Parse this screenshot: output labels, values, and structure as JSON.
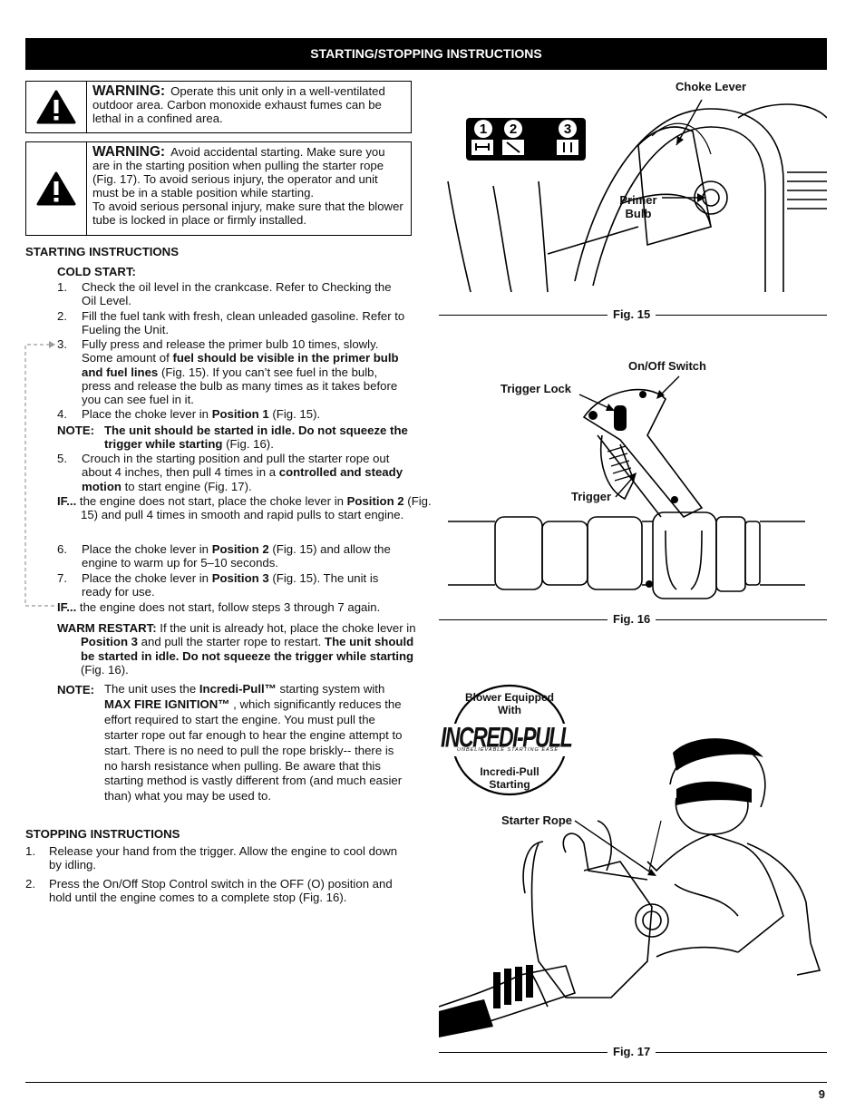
{
  "header": {
    "title": "STARTING/STOPPING INSTRUCTIONS"
  },
  "warnings": [
    {
      "title": "WARNING:",
      "text": "Operate this unit only in a well-ventilated outdoor area. Carbon monoxide exhaust fumes can be lethal in a confined area."
    },
    {
      "title": "WARNING:",
      "text": "Avoid accidental starting. Make sure you are in the starting position when pulling the starter rope (Fig. 17). To avoid serious injury, the operator and unit must be in a stable position while starting.",
      "text2": "To avoid serious personal injury, make sure that the blower tube is locked in place or firmly installed."
    }
  ],
  "starting": {
    "heading": "STARTING INSTRUCTIONS",
    "cold_heading": "COLD START:",
    "s1_num": "1.",
    "s1_text": "Check the oil level in the crankcase.  Refer to Checking the Oil Level.",
    "s2_num": "2.",
    "s2_text": "Fill the fuel tank with fresh, clean unleaded gasoline. Refer to Fueling the Unit.",
    "s3_num": "3.",
    "s3_a": "Fully press and release the primer bulb 10 times, slowly. Some amount of ",
    "s3_b": "fuel should be visible in the primer bulb and fuel lines",
    "s3_c": " (Fig. 15). If you can’t see fuel in the bulb, press and release the bulb as many times as it takes before you can see fuel in it.",
    "s4_num": "4.",
    "s4_a": "Place the choke lever in ",
    "s4_b": "Position 1",
    "s4_c": " (Fig. 15).",
    "note1_label": "NOTE:",
    "note1_b": "The unit should be started in idle.  Do not squeeze the trigger while starting",
    "note1_c": " (Fig. 16).",
    "s5_num": "5.",
    "s5_a": "Crouch in the starting position and pull the starter rope out about 4 inches, then pull 4 times in a ",
    "s5_b": "controlled and steady motion",
    "s5_c": " to start engine (Fig. 17).",
    "if1_label": "IF...",
    "if1_a": " the engine does not start, place the choke lever in ",
    "if1_b": "Position 2",
    "if1_c": " (Fig. 15) and pull 4 times in smooth and rapid pulls to start engine.",
    "s6_num": "6.",
    "s6_a": "Place the choke lever in ",
    "s6_b": "Position 2",
    "s6_c": " (Fig. 15) and allow the engine to warm up for 5–10 seconds.",
    "s7_num": "7.",
    "s7_a": "Place the choke lever in ",
    "s7_b": "Position 3",
    "s7_c": " (Fig. 15).  The unit is ready for use.",
    "if2_label": "IF...",
    "if2_text": " the engine does not start, follow steps 3 through 7 again.",
    "warm_label": "WARM RESTART:",
    "warm_a": "  If the unit is already hot, place the choke lever in ",
    "warm_b": "Position 3",
    "warm_c": " and pull the starter rope to restart.",
    "warm_d": "The unit should be started in idle.  Do not squeeze the trigger while starting",
    "warm_e": " (Fig. 16).",
    "note2_label": "NOTE:",
    "note2_a": "The unit uses the ",
    "note2_b": "Incredi-Pull™",
    "note2_c": " starting system with ",
    "note2_d": "MAX FIRE IGNITION™",
    "note2_e": " , which significantly reduces the effort required to start the engine. You must pull the starter rope out far enough to hear the engine attempt to start. There is no need to pull the rope briskly-- there is no harsh resistance when pulling. Be aware that this starting method is vastly different from (and much easier than) what you may be used to."
  },
  "stopping": {
    "heading": "STOPPING INSTRUCTIONS",
    "s1_num": "1.",
    "s1_text": "Release your hand from the trigger. Allow the engine to cool down by idling.",
    "s2_num": "2.",
    "s2_text": "Press the On/Off Stop Control switch in the OFF (O) position and hold until the engine comes to a complete stop (Fig. 16)."
  },
  "fig15": {
    "caption": "Fig. 15",
    "choke_label": "Choke Lever",
    "primer_label": "Primer Bulb",
    "pos1": "1",
    "pos2": "2",
    "pos3": "3"
  },
  "fig16": {
    "caption": "Fig. 16",
    "switch_label": "On/Off Switch",
    "lock_label": "Trigger Lock",
    "trigger_label": "Trigger"
  },
  "fig17": {
    "caption": "Fig. 17",
    "rope_label": "Starter Rope",
    "badge_top": "Blower Equipped With",
    "badge_logo": "INCREDI-PULL",
    "badge_tag": "UNBELIEVABLE STARTING EASE",
    "badge_bottom": "Incredi-Pull Starting"
  },
  "footer": {
    "page": "9"
  }
}
